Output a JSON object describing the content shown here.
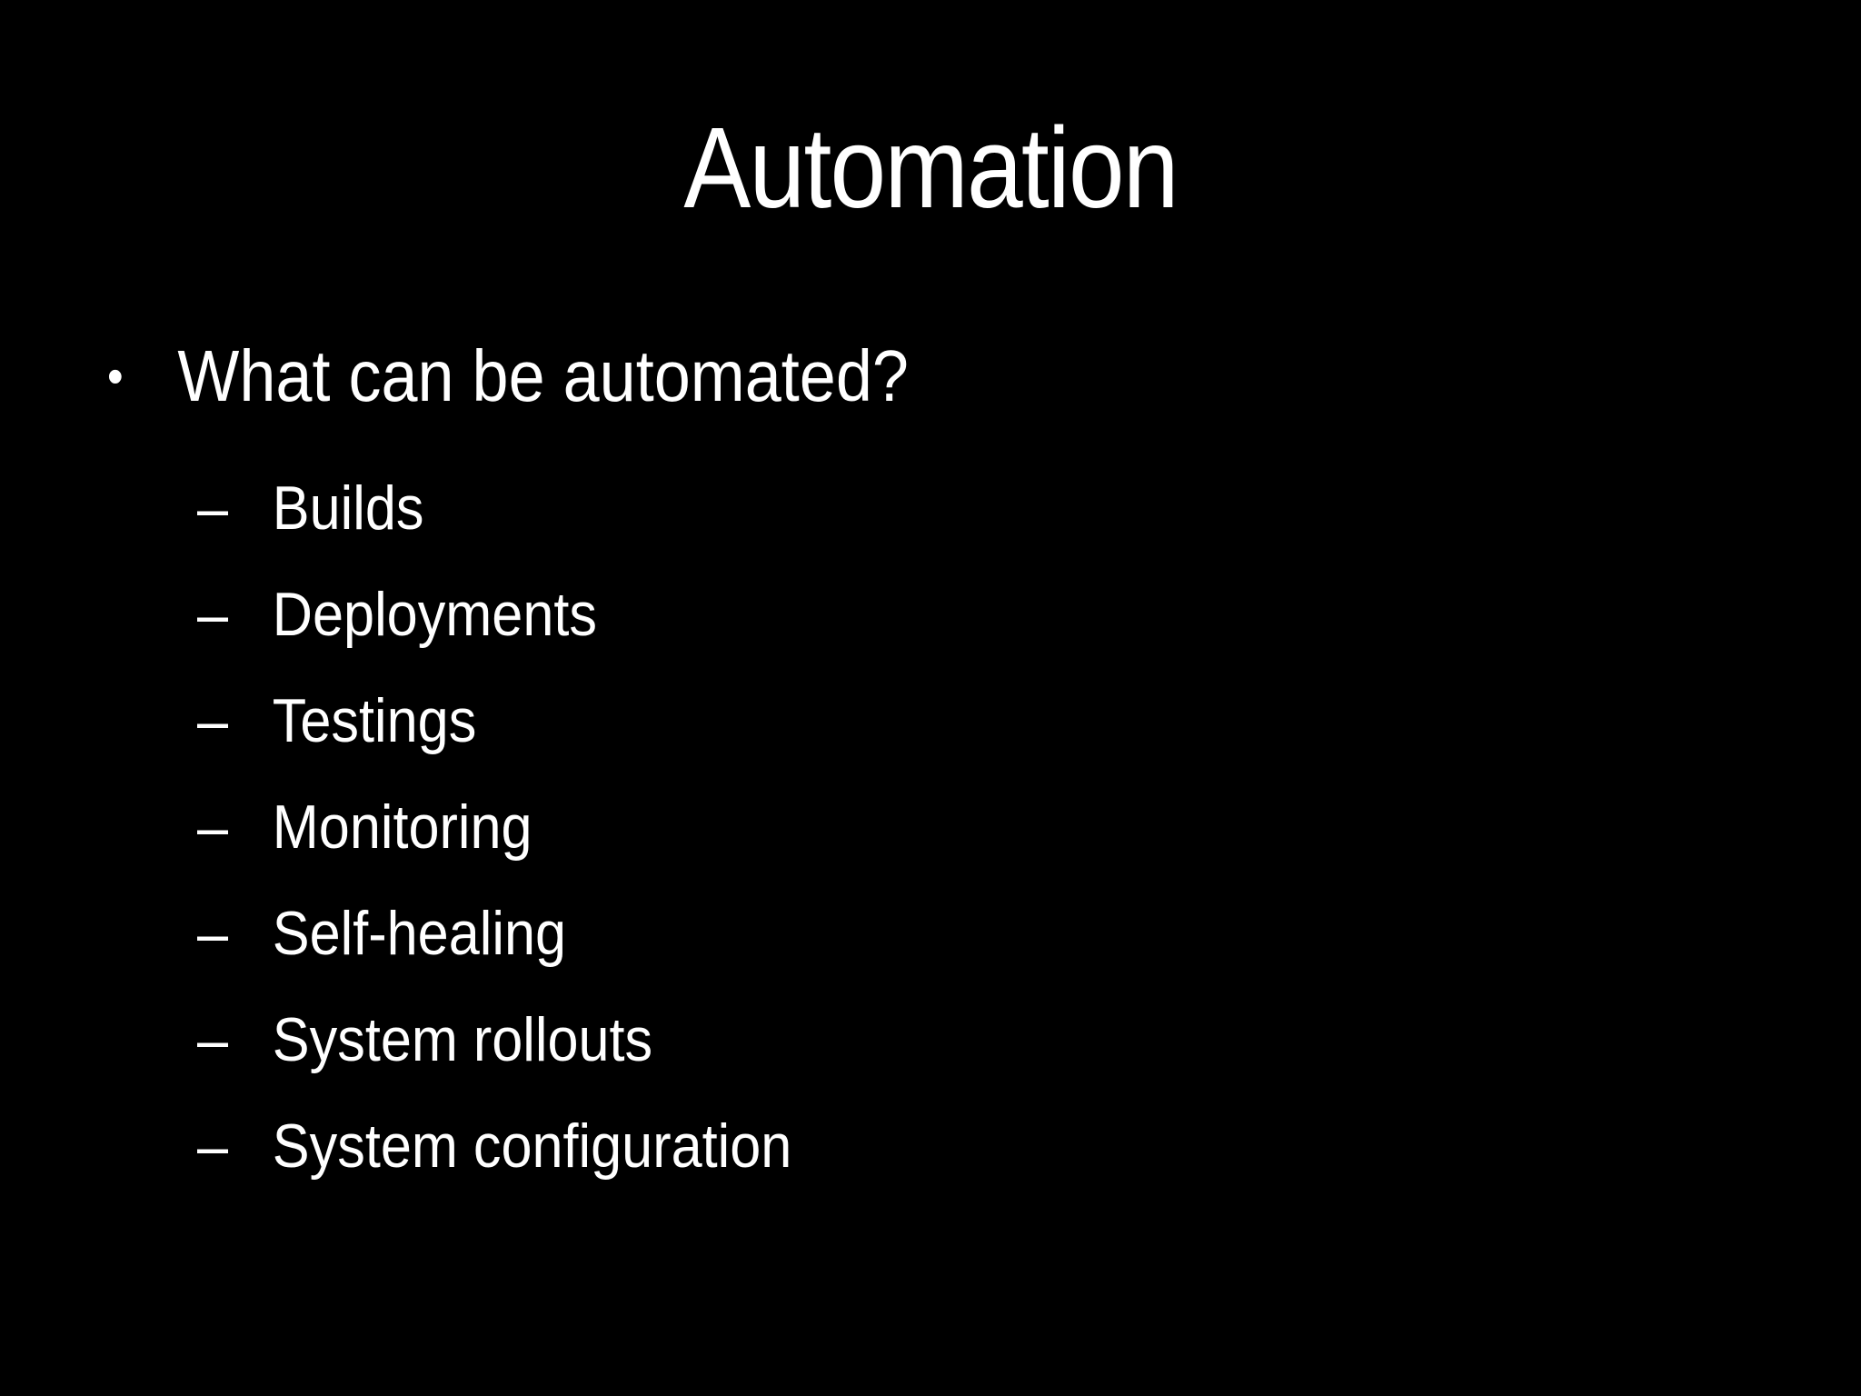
{
  "slide": {
    "title": "Automation",
    "main_bullet": {
      "marker": "•",
      "label": "What can be automated?"
    },
    "sub_marker": "–",
    "sub_items": [
      {
        "label": "Builds"
      },
      {
        "label": "Deployments"
      },
      {
        "label": "Testings"
      },
      {
        "label": "Monitoring"
      },
      {
        "label": "Self-healing"
      },
      {
        "label": "System rollouts"
      },
      {
        "label": "System configuration"
      }
    ],
    "colors": {
      "background": "#000000",
      "text": "#ffffff"
    }
  }
}
